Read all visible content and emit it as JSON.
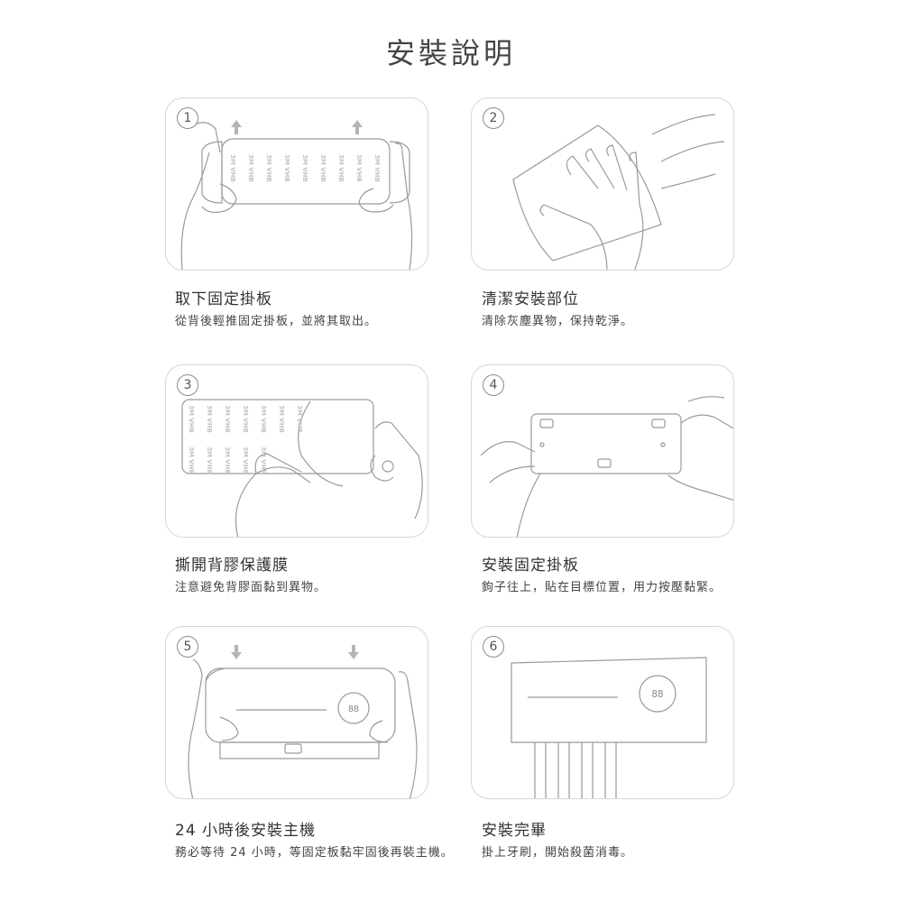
{
  "page": {
    "title": "安裝說明"
  },
  "steps": [
    {
      "num": "1",
      "title": "取下固定掛板",
      "desc": "從背後輕推固定掛板，並將其取出。"
    },
    {
      "num": "2",
      "title": "清潔安裝部位",
      "desc": "清除灰塵異物，保持乾淨。"
    },
    {
      "num": "3",
      "title": "撕開背膠保護膜",
      "desc": "注意避免背膠面黏到異物。"
    },
    {
      "num": "4",
      "title": "安裝固定掛板",
      "desc": "鉤子往上，貼在目標位置，用力按壓黏緊。"
    },
    {
      "num": "5",
      "title": "24 小時後安裝主機",
      "desc": "務必等待 24 小時，等固定板黏牢固後再裝主機。"
    },
    {
      "num": "6",
      "title": "安裝完畢",
      "desc": "掛上牙刷，開始殺菌消毒。"
    }
  ],
  "labels": {
    "tape_brand": "3M VHB",
    "display_digits": "88"
  }
}
